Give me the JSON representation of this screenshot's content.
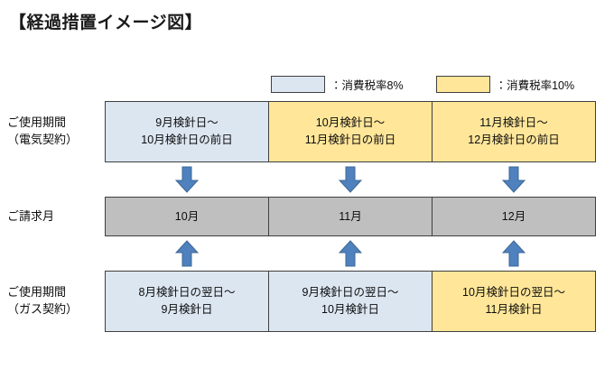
{
  "title": "【経過措置イメージ図】",
  "colors": {
    "rate8_fill": "#DCE6F1",
    "rate10_fill": "#FFE699",
    "billing_fill": "#BFBFBF",
    "arrow_fill": "#4E81BD",
    "border": "#3F3F3F"
  },
  "legend": {
    "items": [
      {
        "swatch": "rate8-swatch",
        "label": "：消費税率8%"
      },
      {
        "swatch": "rate10-swatch",
        "label": "：消費税率10%"
      }
    ]
  },
  "rows": {
    "electric": {
      "label_line1": "ご使用期間",
      "label_line2": "（電気契約）",
      "cells": [
        {
          "line1": "9月検針日～",
          "line2": "10月検針日の前日",
          "rate": "8%"
        },
        {
          "line1": "10月検針日～",
          "line2": "11月検針日の前日",
          "rate": "10%"
        },
        {
          "line1": "11月検針日～",
          "line2": "12月検針日の前日",
          "rate": "10%"
        }
      ]
    },
    "billing": {
      "label_line1": "ご請求月",
      "label_line2": "",
      "cells": [
        {
          "line1": "10月"
        },
        {
          "line1": "11月"
        },
        {
          "line1": "12月"
        }
      ]
    },
    "gas": {
      "label_line1": "ご使用期間",
      "label_line2": "（ガス契約）",
      "cells": [
        {
          "line1": "8月検針日の翌日～",
          "line2": "9月検針日",
          "rate": "8%"
        },
        {
          "line1": "9月検針日の翌日～",
          "line2": "10月検針日",
          "rate": "8%"
        },
        {
          "line1": "10月検針日の翌日～",
          "line2": "11月検針日",
          "rate": "10%"
        }
      ]
    }
  },
  "arrows": {
    "down": [
      "down-arrow-1",
      "down-arrow-2",
      "down-arrow-3"
    ],
    "up": [
      "up-arrow-1",
      "up-arrow-2",
      "up-arrow-3"
    ]
  }
}
